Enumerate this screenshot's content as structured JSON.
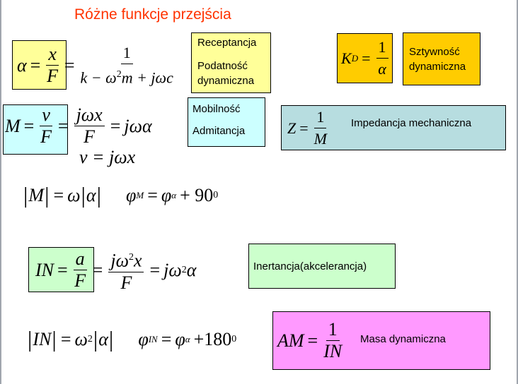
{
  "title": "Różne funkcje przejścia",
  "receptance": {
    "lhs": "α",
    "num": "x",
    "den": "F",
    "eq": "=",
    "num2": "1",
    "den2a": "k − ω",
    "den2sup": "2",
    "den2b": "m + jωc",
    "labels": [
      "Receptancja",
      "Podatność",
      "dynamiczna"
    ]
  },
  "stiffness": {
    "lhs": "K",
    "lhs_sub": "D",
    "num": "1",
    "den": "α",
    "labels": [
      "Sztywność",
      "dynamiczna"
    ]
  },
  "mobility": {
    "lhs": "M",
    "num": "v",
    "den": "F",
    "num2": "jωx",
    "den2": "F",
    "rhs": "jωα",
    "eq2": "v = jωx",
    "labels": [
      "Mobilność",
      "Admitancja"
    ]
  },
  "impedance": {
    "lhs": "Z",
    "num": "1",
    "den": "M",
    "label": "Impedancja  mechaniczna"
  },
  "mobility_mag": {
    "lhs": "M",
    "rhs_a": "ω",
    "rhs_b": "α",
    "phi": "φ",
    "phi_sub": "M",
    "phi2_sub": "α",
    "plus": "+ 90",
    "deg": "0"
  },
  "inertance": {
    "lhs": "IN",
    "num": "a",
    "den": "F",
    "num2a": "jω",
    "num2sup": "2",
    "num2b": "x",
    "den2": "F",
    "rhs_a": "jω",
    "rhs_sup": "2",
    "rhs_b": "α",
    "label": "Inertancja(akcelerancja)"
  },
  "inertance_mag": {
    "lhs": "IN",
    "rhs_a": "ω",
    "rhs_sup": "2",
    "rhs_b": "α",
    "phi": "φ",
    "phi_sub": "IN",
    "phi2_sub": "α",
    "plus": "+180",
    "deg": "0"
  },
  "apparent_mass": {
    "lhs": "AM",
    "num": "1",
    "den": "IN",
    "label": "Masa dynamiczna"
  },
  "colors": {
    "title": "#ff3300",
    "yellow": "#ffff99",
    "orange": "#ffcc00",
    "cyan": "#ccffff",
    "teal": "#b7dde0",
    "green": "#ccffcc",
    "pink": "#ff99ff"
  }
}
